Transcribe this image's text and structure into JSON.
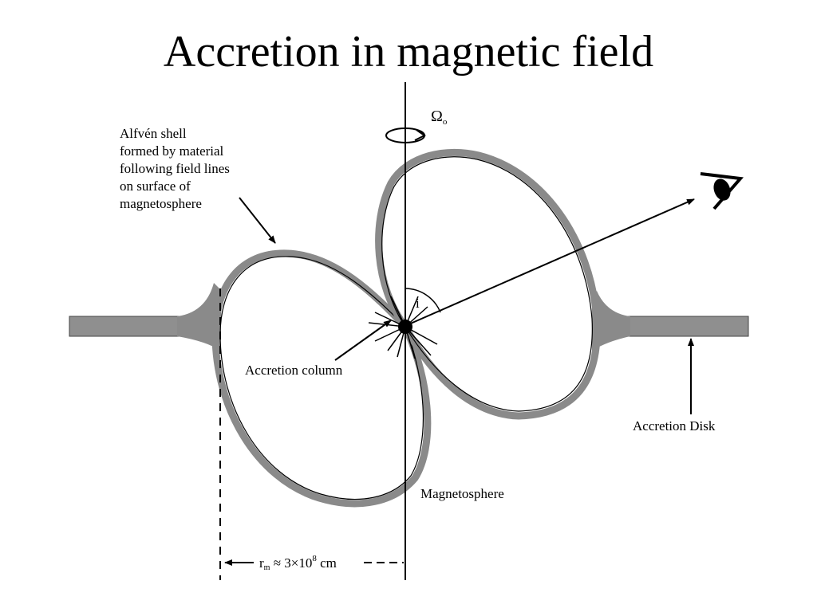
{
  "title": "Accretion in magnetic field",
  "labels": {
    "alfven_lines": [
      "Alfvén shell",
      "formed by material",
      "following field lines",
      "on surface of",
      "magnetosphere"
    ],
    "omega": "Ω",
    "omega_sub": "o",
    "inclination": "i",
    "accretion_column": "Accretion column",
    "accretion_disk": "Accretion Disk",
    "magnetosphere": "Magnetosphere",
    "radius": {
      "symbol": "r",
      "sub": "m",
      "approx": " ≈ 3×10",
      "exp": "8",
      "unit": " cm"
    }
  },
  "colors": {
    "shell": "#8a8a8a",
    "disk": "#8f8f8f",
    "line": "#000000"
  },
  "icons": [
    "eye-icon",
    "rotation-arrow-icon",
    "neutron-star-icon"
  ]
}
